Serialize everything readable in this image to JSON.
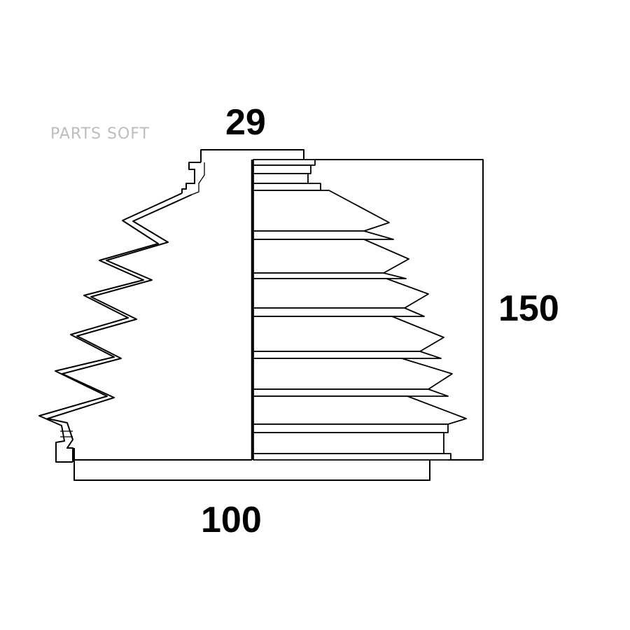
{
  "watermark": "PARTS SOFT",
  "dimensions": {
    "top_diameter": "29",
    "height": "150",
    "bottom_diameter": "100"
  }
}
